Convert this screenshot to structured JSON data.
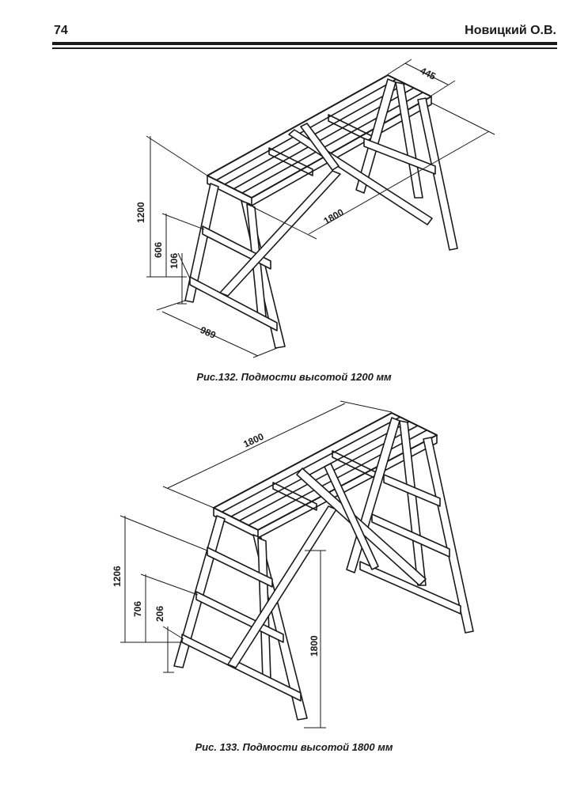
{
  "header": {
    "page_number": "74",
    "author": "Новицкий О.В."
  },
  "figure1": {
    "caption": "Рис.132. Подмости высотой 1200 мм",
    "dims": {
      "width": "445",
      "length": "1800",
      "height": "1200",
      "rung_upper": "606",
      "rung_lower": "106",
      "base_span": "989"
    }
  },
  "figure2": {
    "caption": "Рис. 133. Подмости высотой 1800 мм",
    "dims": {
      "length": "1800",
      "height": "1800",
      "rung_top": "1206",
      "rung_mid": "706",
      "rung_low": "206"
    }
  },
  "colors": {
    "ink": "#1a1a1a",
    "paper": "#ffffff"
  }
}
